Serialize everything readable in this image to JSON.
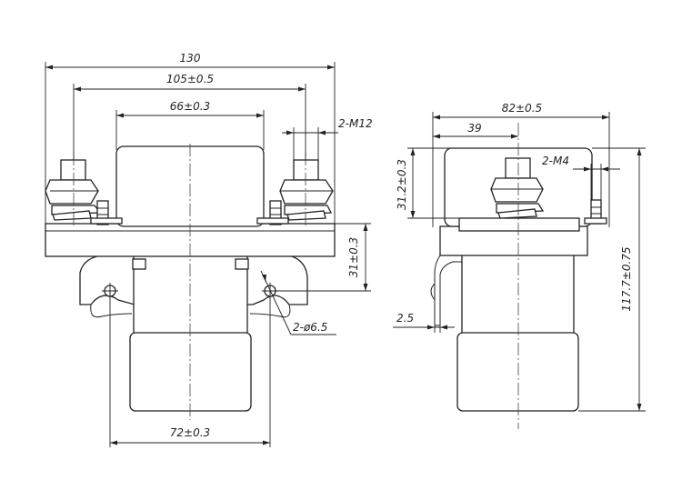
{
  "front_view": {
    "overall_width": "130",
    "terminal_pitch": "105±0.5",
    "body_width": "66±0.3",
    "terminal_thread": "2-M12",
    "mount_height": "31±0.3",
    "mount_holes": "2-ø6.5",
    "mount_pitch": "72±0.3"
  },
  "side_view": {
    "overall_depth": "82±0.5",
    "terminal_offset": "39",
    "coil_thread": "2-M4",
    "terminal_height": "31.2±0.3",
    "overall_height": "117.7±0.75",
    "bracket_thickness": "2.5"
  }
}
